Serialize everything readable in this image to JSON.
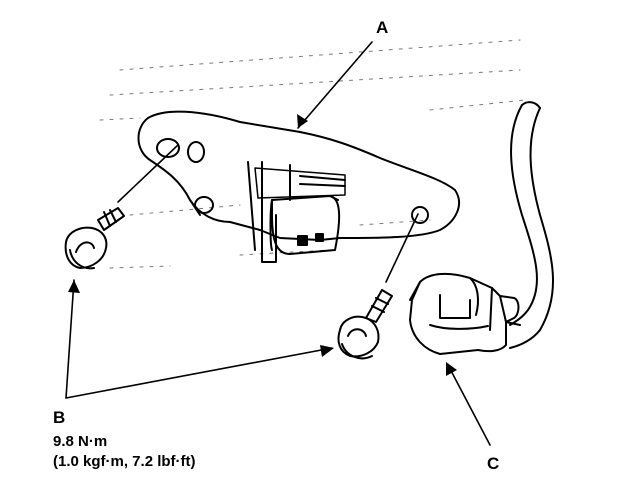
{
  "labels": {
    "a": "A",
    "b": "B",
    "c": "C"
  },
  "torque": {
    "metric": "9.8 N·m",
    "imperial": "(1.0 kgf·m, 7.2 lbf·ft)"
  },
  "colors": {
    "ink": "#000000",
    "paper": "#ffffff"
  }
}
